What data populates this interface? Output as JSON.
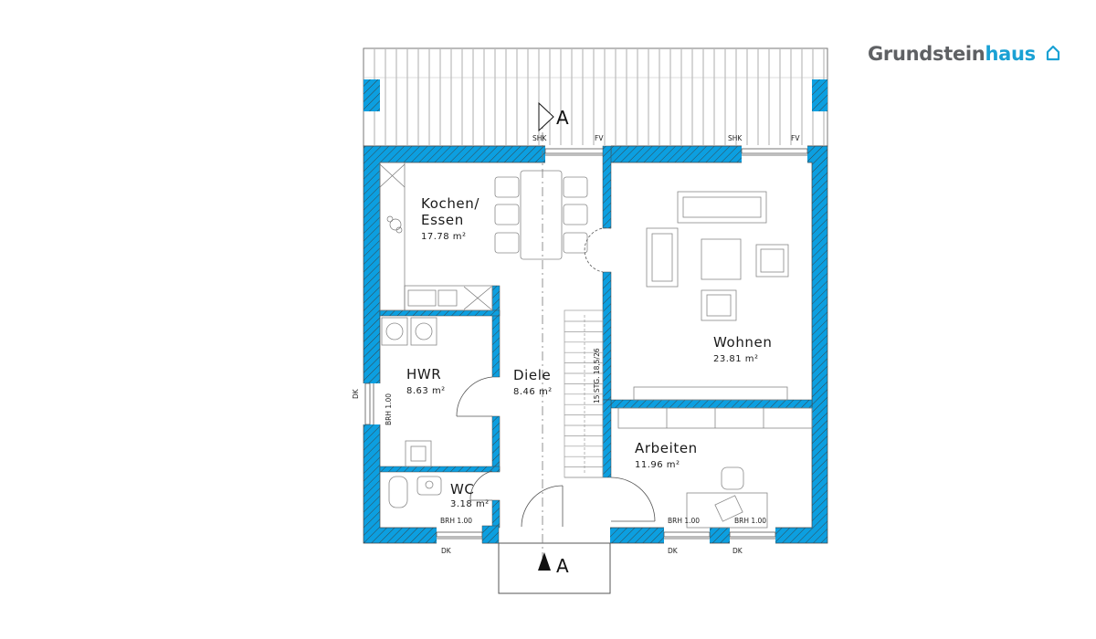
{
  "logo": {
    "part1": "Grundstein",
    "part2": "haus",
    "icon": "house-outline-icon"
  },
  "colors": {
    "wall": "#0c9fe0",
    "hatch": "#3a3a3a",
    "line": "#555555",
    "brand_gray": "#5f6164",
    "brand_blue": "#1aa1d4"
  },
  "rooms": {
    "kochen": {
      "name1": "Kochen/",
      "name2": "Essen",
      "area": "17.78 m²"
    },
    "wohnen": {
      "name": "Wohnen",
      "area": "23.81 m²"
    },
    "hwr": {
      "name": "HWR",
      "area": "8.63 m²"
    },
    "diele": {
      "name": "Diele",
      "area": "8.46 m²"
    },
    "arbeiten": {
      "name": "Arbeiten",
      "area": "11.96 m²"
    },
    "wc": {
      "name": "WC",
      "area": "3.18 m²"
    }
  },
  "labels": {
    "shk": "SHK",
    "fv": "FV",
    "dk": "DK",
    "brh": "BRH 1.00",
    "stair": "15 STG. 18,5/26",
    "section": "A"
  }
}
